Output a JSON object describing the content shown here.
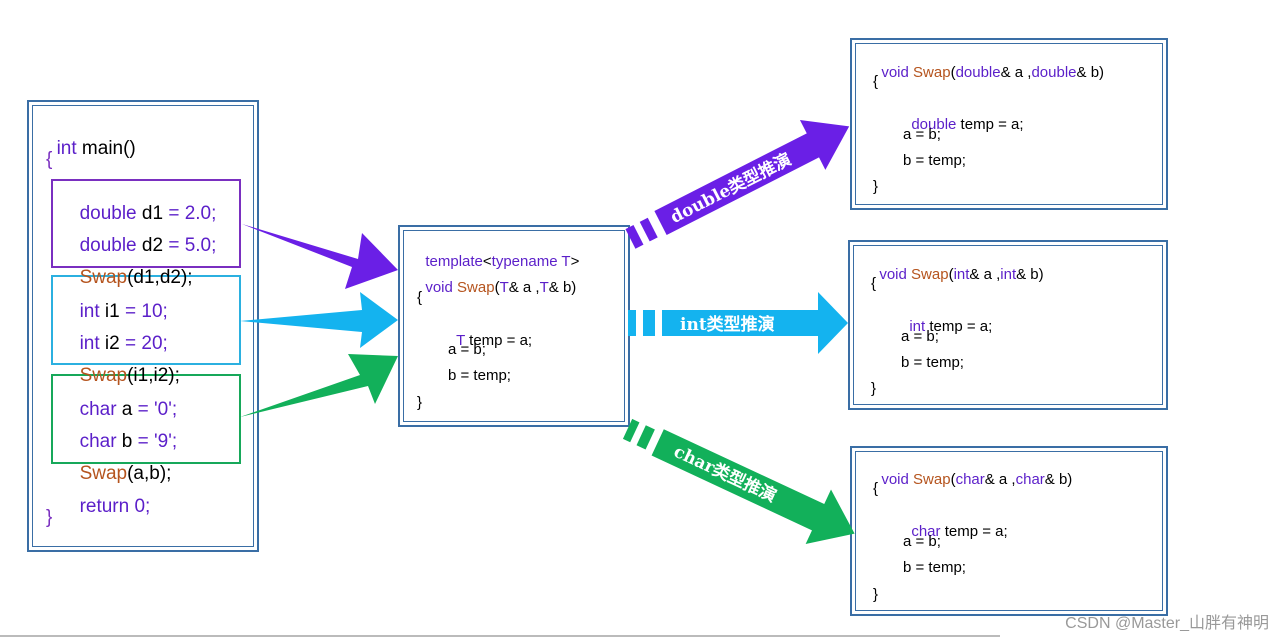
{
  "main_box": {
    "l1_a": "int",
    "l1_b": " main()",
    "l2": "{",
    "g1": [
      {
        "a": "double",
        "b": " d1 ",
        "c": "= 2.0;"
      },
      {
        "a": "double",
        "b": " d2 ",
        "c": "= 5.0;"
      },
      {
        "a": "Swap",
        "b": "(d1,d2);"
      }
    ],
    "g2": [
      {
        "a": "int",
        "b": " i1 ",
        "c": "= 10;"
      },
      {
        "a": "int",
        "b": " i2 ",
        "c": "= 20;"
      },
      {
        "a": "Swap",
        "b": "(i1,i2);"
      }
    ],
    "g3": [
      {
        "a": "char",
        "b": " a ",
        "c": "= '0';"
      },
      {
        "a": "char",
        "b": " b ",
        "c": "= '9';"
      },
      {
        "a": "Swap",
        "b": "(a,b);"
      }
    ],
    "ret_a": "return",
    "ret_b": " 0;",
    "end": "}"
  },
  "template_box": {
    "t1_a": "template",
    "t1_b": "<",
    "t1_c": "typename",
    "t1_d": " T",
    "t1_e": ">",
    "t2_a": "void ",
    "t2_b": "Swap",
    "t2_c": "(",
    "t2_d": "T",
    "t2_e": "& a ,",
    "t2_f": "T",
    "t2_g": "& b)",
    "t3": "{",
    "t4_a": "T",
    "t4_b": " temp = a;",
    "t5": "a = b;",
    "t6": "b = temp;",
    "t7": "}"
  },
  "double_box": {
    "a1": "void ",
    "a2": "Swap",
    "a3": "(",
    "a4": "double",
    "a5": "& a ,",
    "a6": "double",
    "a7": "& b)",
    "b": "{",
    "c1": "double",
    "c2": " temp = a;",
    "d": "a = b;",
    "e": "b = temp;",
    "f": "}"
  },
  "int_box": {
    "a1": "void ",
    "a2": "Swap",
    "a3": "(",
    "a4": "int",
    "a5": "& a ,",
    "a6": "int",
    "a7": "& b)",
    "b": "{",
    "c1": "int",
    "c2": " temp = a;",
    "d": "a = b;",
    "e": "b = temp;",
    "f": "}"
  },
  "char_box": {
    "a1": "void ",
    "a2": "Swap",
    "a3": "(",
    "a4": "char",
    "a5": "& a ,",
    "a6": "char",
    "a7": "& b)",
    "b": "{",
    "c1": "char",
    "c2": " temp = a;",
    "d": "a = b;",
    "e": "b = temp;",
    "f": "}"
  },
  "arrows": {
    "double_label": "double类型推演",
    "int_label": "int类型推演",
    "char_label": "char类型推演",
    "colors": {
      "purple": "#6a1fe6",
      "blue": "#14b3ef",
      "green": "#12b05a"
    }
  },
  "watermark": "CSDN @Master_山胖有神明"
}
